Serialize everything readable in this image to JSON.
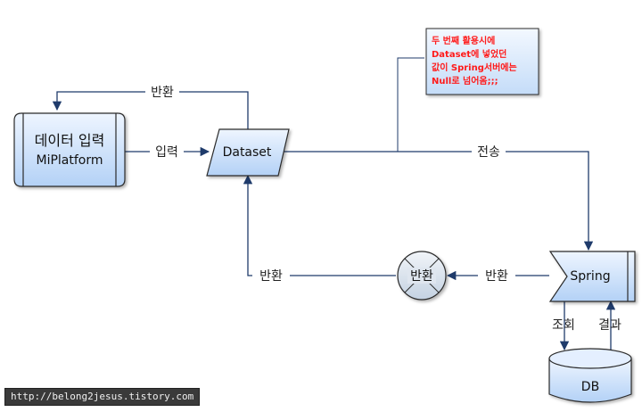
{
  "nodes": {
    "input": {
      "line1": "데이터 입력",
      "line2": "MiPlatform"
    },
    "dataset": {
      "label": "Dataset"
    },
    "spring": {
      "label": "Spring"
    },
    "return_node": {
      "label": "반환"
    },
    "db": {
      "label": "DB"
    }
  },
  "note": {
    "lines": [
      "두 번째 활용시에",
      "Dataset에 넣었던",
      "값이 Spring서버에는",
      "Null로 넘어옴;;;"
    ]
  },
  "edges": {
    "input_to_dataset": "입력",
    "dataset_to_input": "반환",
    "dataset_to_spring": "전송",
    "spring_to_return": "반환",
    "return_to_dataset": "반환",
    "spring_to_db": "조회",
    "db_to_spring": "결과"
  },
  "watermark": "http://belong2jesus.tistory.com",
  "colors": {
    "node_fill_top": "#eaf3ff",
    "node_fill_bottom": "#b7d4f7",
    "node_stroke": "#2a2a2a",
    "edge_stroke": "#1f3b6b",
    "note_text": "#ff1a1a"
  }
}
